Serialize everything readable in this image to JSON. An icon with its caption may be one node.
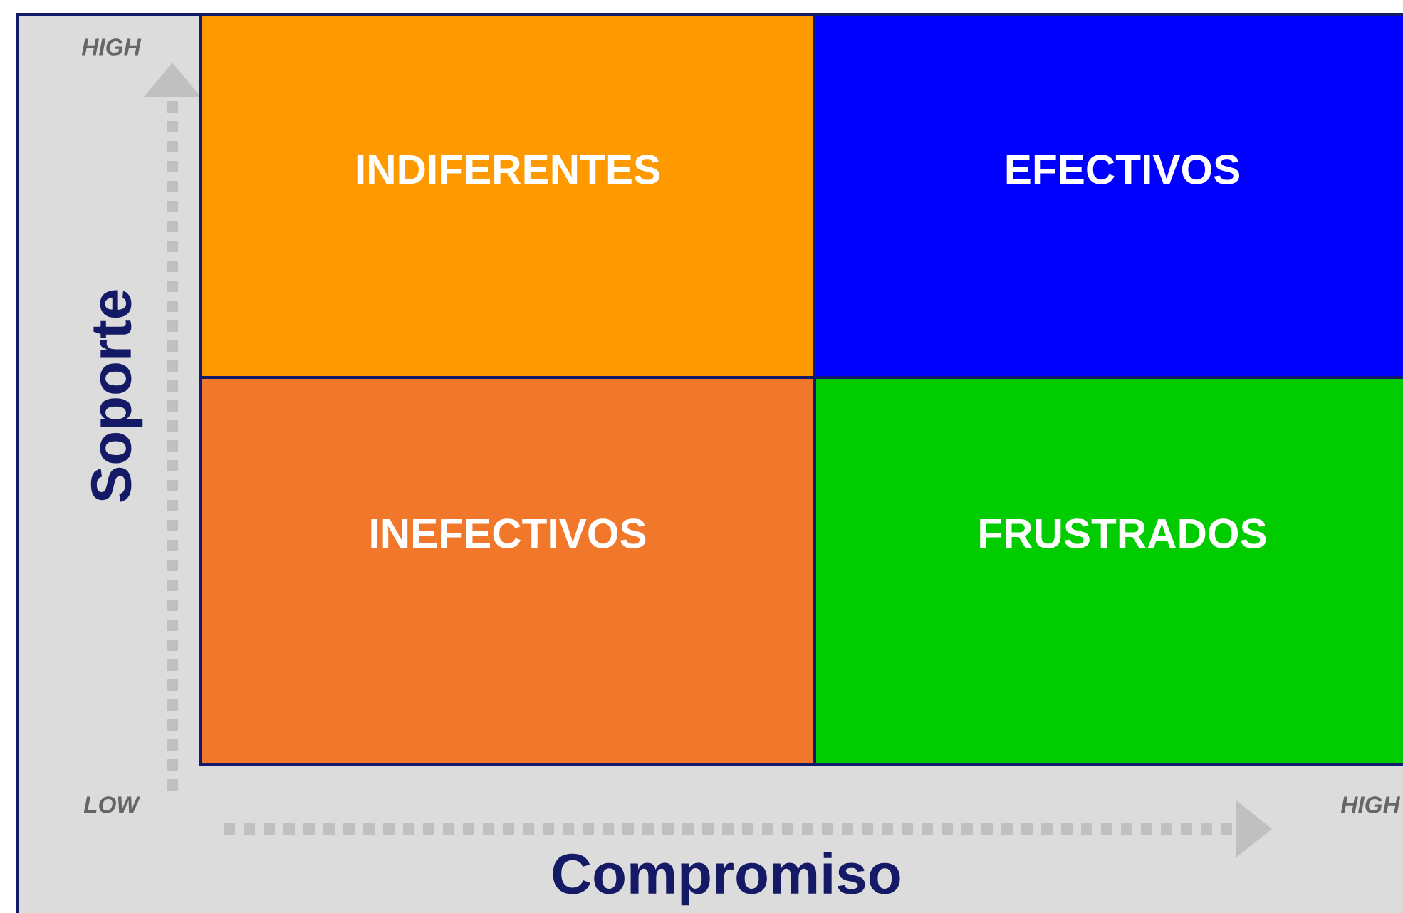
{
  "diagram": {
    "nodes": [
      {
        "text": [
          "INDIFERENTES"
        ]
      },
      {
        "text": [
          "EFECTIVOS"
        ]
      },
      {
        "text": [
          "INEFECTIVOS"
        ]
      },
      {
        "text": [
          "FRUSTRADOS"
        ]
      }
    ],
    "labels": [
      "HIGH",
      "Soporte",
      "LOW",
      "HIGH",
      "Compromiso"
    ]
  }
}
